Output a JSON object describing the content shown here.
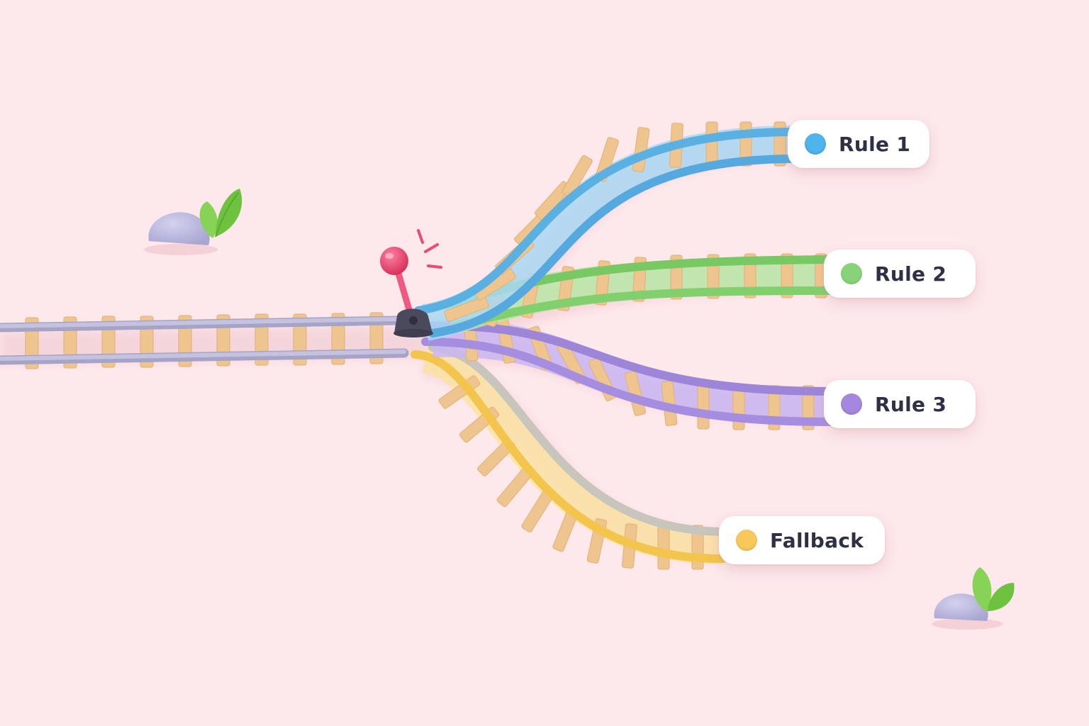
{
  "routes": [
    {
      "id": "rule-1",
      "label": "Rule 1",
      "color": "#4fb3ec"
    },
    {
      "id": "rule-2",
      "label": "Rule 2",
      "color": "#88d37a"
    },
    {
      "id": "rule-3",
      "label": "Rule 3",
      "color": "#a487df"
    },
    {
      "id": "fallback",
      "label": "Fallback",
      "color": "#f8c95a"
    }
  ],
  "colors": {
    "background": "#fde8ec",
    "rail": "#b7b5d2",
    "tie": "#efc58f",
    "lever_knob": "#e8436e",
    "switch_base": "#4a4a5c",
    "rock": "#bbb8de",
    "leaf": "#79c94e"
  },
  "icons": {
    "switch": "railway-switch-lever-icon",
    "decoration": "rock-and-leaves-icon"
  }
}
